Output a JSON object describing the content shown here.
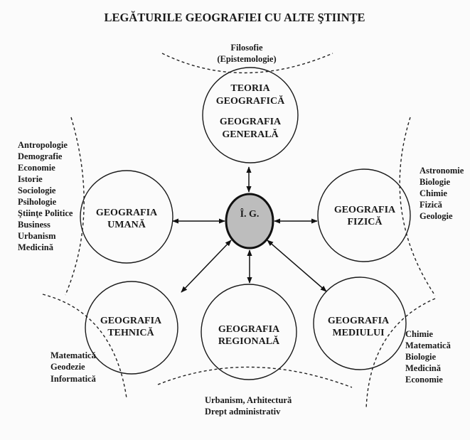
{
  "title": "LEGĂTURILE GEOGRAFIEI CU ALTE ŞTIINŢE",
  "center": {
    "label": "Î. G."
  },
  "nodes": {
    "top": {
      "lines": [
        "TEORIA",
        "GEOGRAFICĂ",
        "",
        "GEOGRAFIA",
        "GENERALĂ"
      ]
    },
    "left": {
      "lines": [
        "GEOGRAFIA",
        "UMANĂ"
      ]
    },
    "right": {
      "lines": [
        "GEOGRAFIA",
        "FIZICĂ"
      ]
    },
    "bottom_left": {
      "lines": [
        "GEOGRAFIA",
        "TEHNICĂ"
      ]
    },
    "bottom": {
      "lines": [
        "GEOGRAFIA",
        "REGIONALĂ"
      ]
    },
    "bottom_right": {
      "lines": [
        "GEOGRAFIA",
        "MEDIULUI"
      ]
    }
  },
  "related_sciences": {
    "top": [
      "Filosofie",
      "(Epistemologie)"
    ],
    "left": [
      "Antropologie",
      "Demografie",
      "Economie",
      "Istorie",
      "Sociologie",
      "Psihologie",
      "Ştiinţe Politice",
      "Business",
      "Urbanism",
      "Medicină"
    ],
    "right": [
      "Astronomie",
      "Biologie",
      "Chimie",
      "Fizică",
      "Geologie"
    ],
    "bottom_left": [
      "Matematică",
      "Geodezie",
      "Informatică"
    ],
    "bottom": [
      "Urbanism, Arhitectură",
      "Drept administrativ"
    ],
    "bottom_right": [
      "Chimie",
      "Matematică",
      "Biologie",
      "Medicină",
      "Economie"
    ]
  },
  "colors": {
    "center_fill": "#bdbdbd",
    "ink": "#1a1a1a",
    "background": "#fbfbfb"
  }
}
